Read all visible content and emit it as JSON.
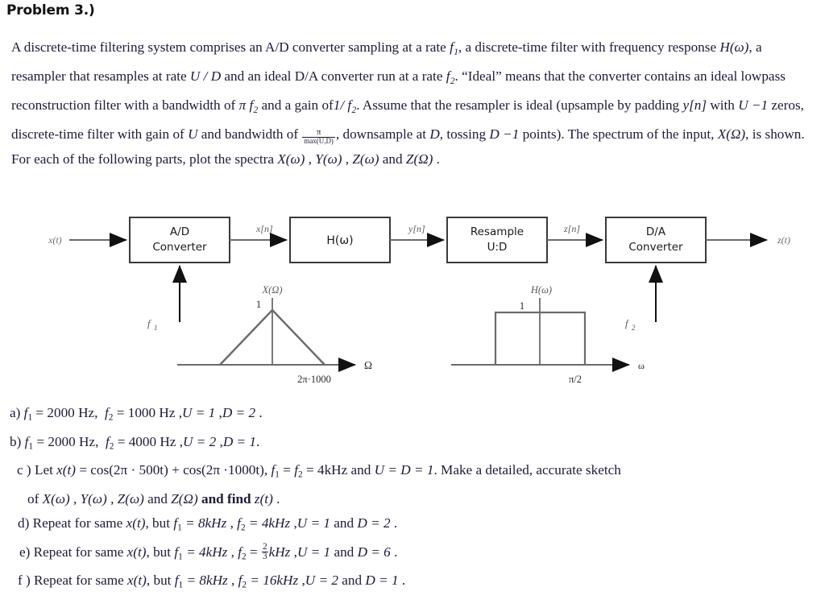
{
  "title": "Problem 3.)",
  "intro": {
    "s1": "A discrete-time filtering system comprises an A/D converter sampling at a rate ",
    "f1": "f",
    "f1sub": "1",
    "s2": ", a discrete-time filter with frequency response ",
    "H": "H",
    "Hargs": "(ω)",
    "s3": ", a resampler that resamples at rate ",
    "UD": "U / D",
    "s4": " and an ideal D/A converter run at a rate ",
    "f2": "f",
    "f2sub": "2",
    "s5": ". “Ideal” means that the converter contains an ideal lowpass reconstruction filter with a bandwidth of ",
    "pif2": "π f",
    "pif2sub": "2",
    "s6": " and a gain of",
    "gain": "1/ f",
    "gainsub": "2",
    "s7": ". Assume that the resampler is ideal (upsample by padding ",
    "yn": "y[n]",
    "s8": " with ",
    "Uminus1": "U −1",
    "s9": " zeros, discrete-time filter with gain of ",
    "U": "U",
    "s10": " and bandwidth of",
    "frac_num": "π",
    "frac_den": "max(U,D)",
    "s11": ", downsample at ",
    "D": "D",
    "s12": ", tossing ",
    "Dminus1": "D −1",
    "s13": " points). The spectrum of the input, ",
    "XOmega": "X(Ω)",
    "s14": ", is shown. For each of the following parts, plot the spectra ",
    "Xw": "X(ω)",
    "sep1": " , ",
    "Yw": "Y(ω)",
    "sep2": " , ",
    "Zw": "Z(ω)",
    "sep3": " and  ",
    "ZOmega": "Z(Ω)",
    "period": " ."
  },
  "diagram": {
    "input_label": "x(t)",
    "output_label": "z(t)",
    "blocks": [
      {
        "line1": "A/D",
        "line2": "Converter"
      },
      {
        "line1": "H(ω)",
        "line2": ""
      },
      {
        "line1": "Resample",
        "line2": "U:D"
      },
      {
        "line1": "D/A",
        "line2": "Converter"
      }
    ],
    "signals": [
      "x[n]",
      "y[n]",
      "z[n]"
    ],
    "clock_labels": [
      "f",
      "f"
    ],
    "clock_subs": [
      "1",
      "2"
    ],
    "plot_x": {
      "title": "X(Ω)",
      "peak_label": "1",
      "axis_label": "Ω",
      "cutoff_label": "2π·1000",
      "shape": "triangle"
    },
    "plot_h": {
      "title": "H(ω)",
      "peak_label": "1",
      "axis_label": "ω",
      "cutoff_label": "π/2",
      "shape": "rectangle"
    }
  },
  "parts": {
    "a": {
      "marker": "a)",
      "f1": "f",
      "f1sub": "1",
      "f1val": " = 2000 Hz",
      "f2": "f",
      "f2sub": "2",
      "f2val": " = 1000 Hz",
      "U": "U = 1",
      "D": "D = 2",
      "end": "."
    },
    "b": {
      "marker": "b)",
      "f1": "f",
      "f1sub": "1",
      "f1val": " = 2000 Hz",
      "f2": "f",
      "f2sub": "2",
      "f2val": " = 4000 Hz",
      "U": "U = 2",
      "D": "D = 1",
      "end": "."
    },
    "c": {
      "marker": "c )",
      "t1": "Let ",
      "xt": "x(t)",
      "eq": " = cos(2π · 500t) + cos(2π ·1000t)",
      "comma": ",  ",
      "f1": "f",
      "f1sub": "1",
      "f2": "f",
      "f2sub": "2",
      "feq": " = 4kHz",
      "and1": "  and ",
      "UD": "U = D = 1",
      "t2": ". Make a detailed, accurate sketch",
      "line2a": "of ",
      "Xw": "X(ω)",
      "sepa": " , ",
      "Yw": "Y(ω)",
      "sepb": " , ",
      "Zw": "Z(ω)",
      "sepc": " and ",
      "ZOmega": "Z(Ω)",
      "bold": " and find ",
      "zt": "z(t)",
      "end": " ."
    },
    "d": {
      "marker": "d)",
      "text": "Repeat for same ",
      "xt": "x(t)",
      "but": ", but ",
      "f1": "f",
      "f1sub": "1",
      "f1val": " = 8kHz",
      "f2": "f",
      "f2sub": "2",
      "f2val": " = 4kHz",
      "U": "U = 1",
      "and": " and ",
      "D": "D = 2",
      "end": " ."
    },
    "e": {
      "marker": "e)",
      "text": "Repeat for same ",
      "xt": "x(t)",
      "but": ", but ",
      "f1": "f",
      "f1sub": "1",
      "f1val": " = 4kHz",
      "f2": "f",
      "f2sub": "2",
      "f2num": "2",
      "f2den": "3",
      "f2unit": "kHz",
      "U": "U = 1",
      "and": " and ",
      "D": "D = 6",
      "end": " ."
    },
    "f": {
      "marker": "f )",
      "text": "Repeat for same ",
      "xt": "x(t)",
      "but": ", but ",
      "f1": "f",
      "f1sub": "1",
      "f1val": " = 8kHz",
      "f2": "f",
      "f2sub": "2",
      "f2val": " = 16kHz",
      "U": "U = 2",
      "and": " and ",
      "D": "D = 1",
      "end": " ."
    }
  },
  "colors": {
    "text": "#1c1c38",
    "title": "#111111",
    "line": "#5a5a5a",
    "box_border": "#3a3a3a",
    "plot_line": "#6b6b6b"
  }
}
